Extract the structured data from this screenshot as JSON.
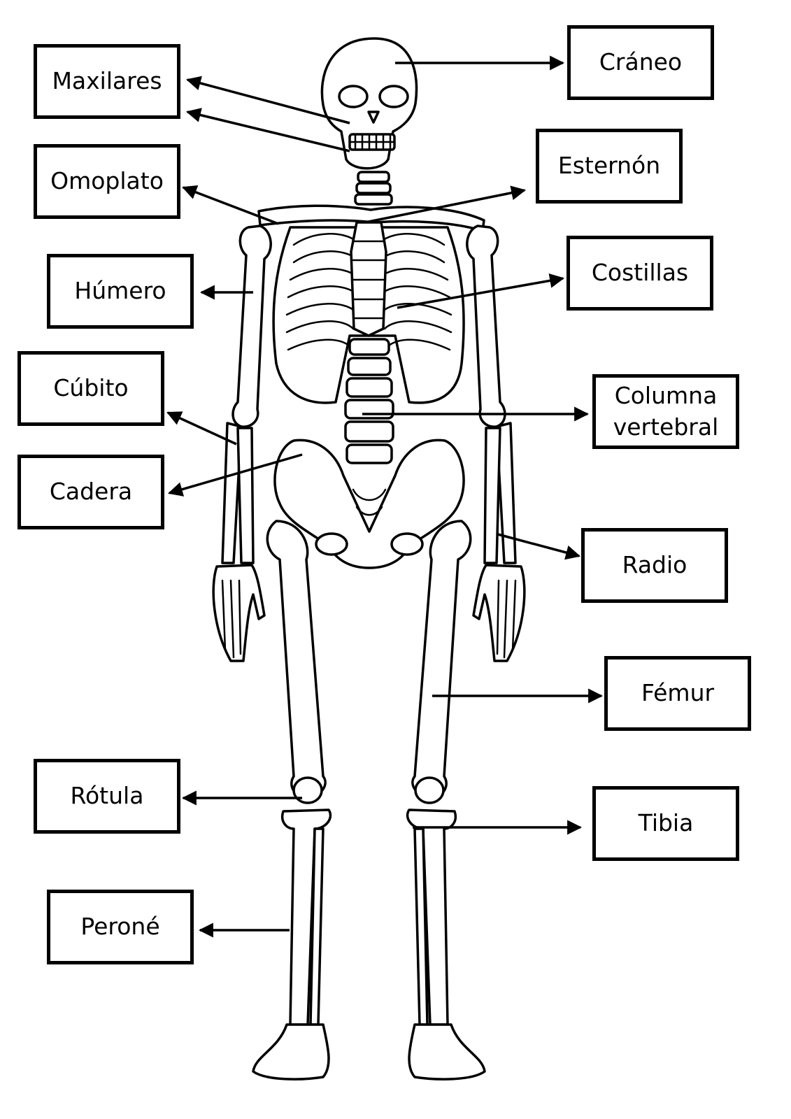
{
  "labels": {
    "craneo": "Cráneo",
    "maxilares": "Maxilares",
    "esternon": "Esternón",
    "omoplato": "Omoplato",
    "costillas": "Costillas",
    "humero": "Húmero",
    "cubito": "Cúbito",
    "columna": "Columna\nvertebral",
    "cadera": "Cadera",
    "radio": "Radio",
    "femur": "Fémur",
    "rotula": "Rótula",
    "tibia": "Tibia",
    "perone": "Peroné"
  }
}
